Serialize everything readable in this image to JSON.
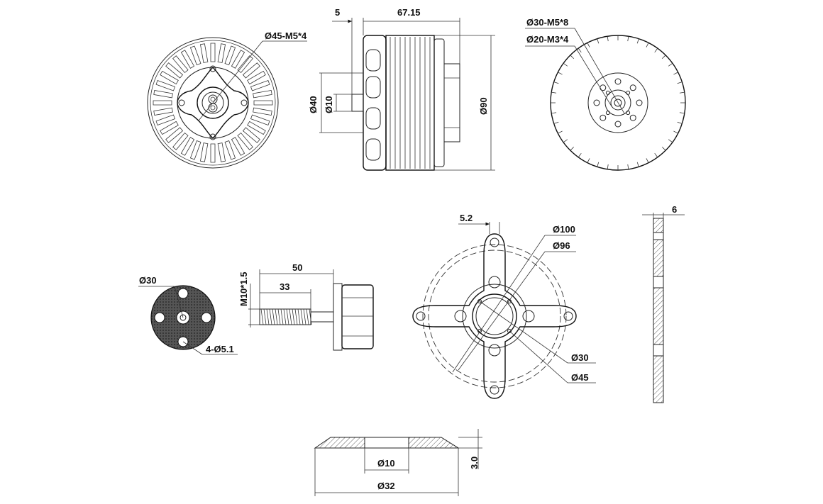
{
  "labels": {
    "hub_bolts": "Ø45-M5*4",
    "shaft_len": "5",
    "body_len": "67.15",
    "dia40": "Ø40",
    "dia10": "Ø10",
    "dia90": "Ø90",
    "rear_m5": "Ø30-M5*8",
    "rear_m3": "Ø20-M3*4",
    "washer30": "Ø30",
    "washer_holes": "4-Ø5.1",
    "thread": "M10*1.5",
    "bolt50": "50",
    "bolt33": "33",
    "mount52": "5.2",
    "mount100": "Ø100",
    "mount96": "Ø96",
    "mount30": "Ø30",
    "mount45": "Ø45",
    "plate6": "6",
    "spacer10": "Ø10",
    "spacer32": "Ø32",
    "spacer3": "3.0"
  }
}
